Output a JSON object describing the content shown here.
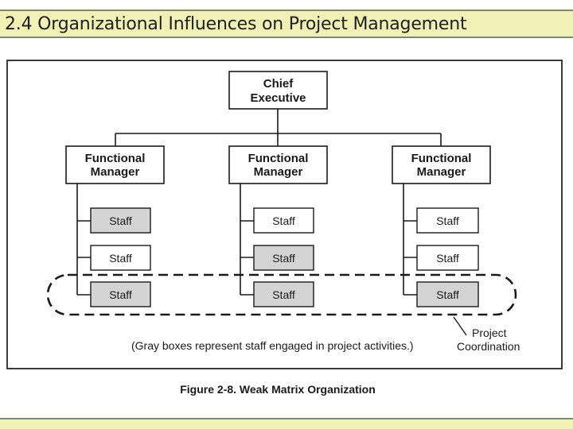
{
  "slide": {
    "title": "2.4 Organizational Influences on Project Management"
  },
  "diagram": {
    "executive": {
      "line1": "Chief",
      "line2": "Executive"
    },
    "managers": [
      {
        "line1": "Functional",
        "line2": "Manager"
      },
      {
        "line1": "Functional",
        "line2": "Manager"
      },
      {
        "line1": "Functional",
        "line2": "Manager"
      }
    ],
    "staff_columns": [
      [
        {
          "label": "Staff",
          "engaged": true
        },
        {
          "label": "Staff",
          "engaged": false
        },
        {
          "label": "Staff",
          "engaged": true
        }
      ],
      [
        {
          "label": "Staff",
          "engaged": false
        },
        {
          "label": "Staff",
          "engaged": true
        },
        {
          "label": "Staff",
          "engaged": true
        }
      ],
      [
        {
          "label": "Staff",
          "engaged": false
        },
        {
          "label": "Staff",
          "engaged": false
        },
        {
          "label": "Staff",
          "engaged": true
        }
      ]
    ],
    "coordination_label": {
      "line1": "Project",
      "line2": "Coordination"
    },
    "note": "(Gray boxes represent staff engaged in project activities.)",
    "caption": "Figure 2-8. Weak Matrix Organization",
    "colors": {
      "engaged_fill": "#d4d4d4",
      "normal_fill": "#ffffff",
      "line": "#1a1a1a"
    }
  }
}
